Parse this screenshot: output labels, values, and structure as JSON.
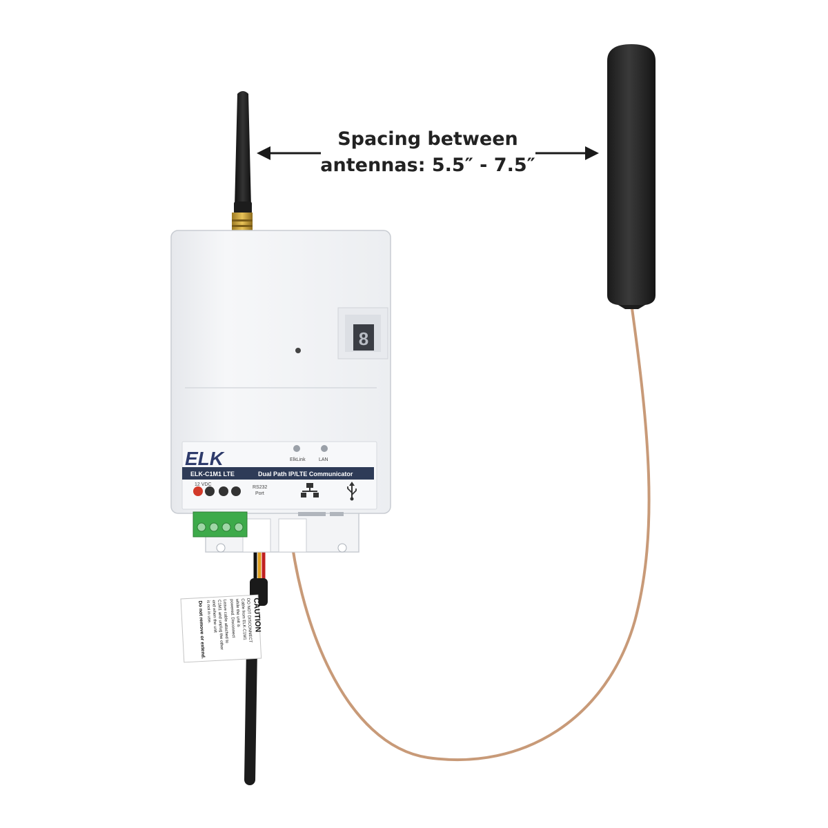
{
  "annotation": {
    "line1": "Spacing between",
    "line2": "antennas:  5.5″ - 7.5″"
  },
  "device": {
    "brand": "ELK",
    "model": "ELK-C1M1 LTE",
    "description": "Dual Path IP/LTE Communicator",
    "power_label": "12 VDC",
    "rs232_label": "RS232",
    "port_label": "Port",
    "led_elklink": "ElkLink",
    "led_lan": "LAN",
    "display_digit": "8",
    "icons": [
      "ethernet-icon",
      "usb-icon"
    ]
  },
  "caution_tag": {
    "title": "CAUTION",
    "lines": [
      "DO NOT DISCONNECT",
      "Cable from ELK-C1M1",
      "while the unit is",
      "powered. Disconnect",
      "Leave cable attached to",
      "C1M1 and unplug the other",
      "end when the unit",
      "is not in use.",
      "Do not remove or extend."
    ]
  },
  "colors": {
    "arrow": "#1a1a1a",
    "antenna": "#262626",
    "enclosure": "#f2f3f5",
    "label_band": "#2e3b57",
    "terminal_block": "#3daa4a",
    "coax_cable": "#c89a78",
    "brand_text": "#2e3b6b"
  }
}
